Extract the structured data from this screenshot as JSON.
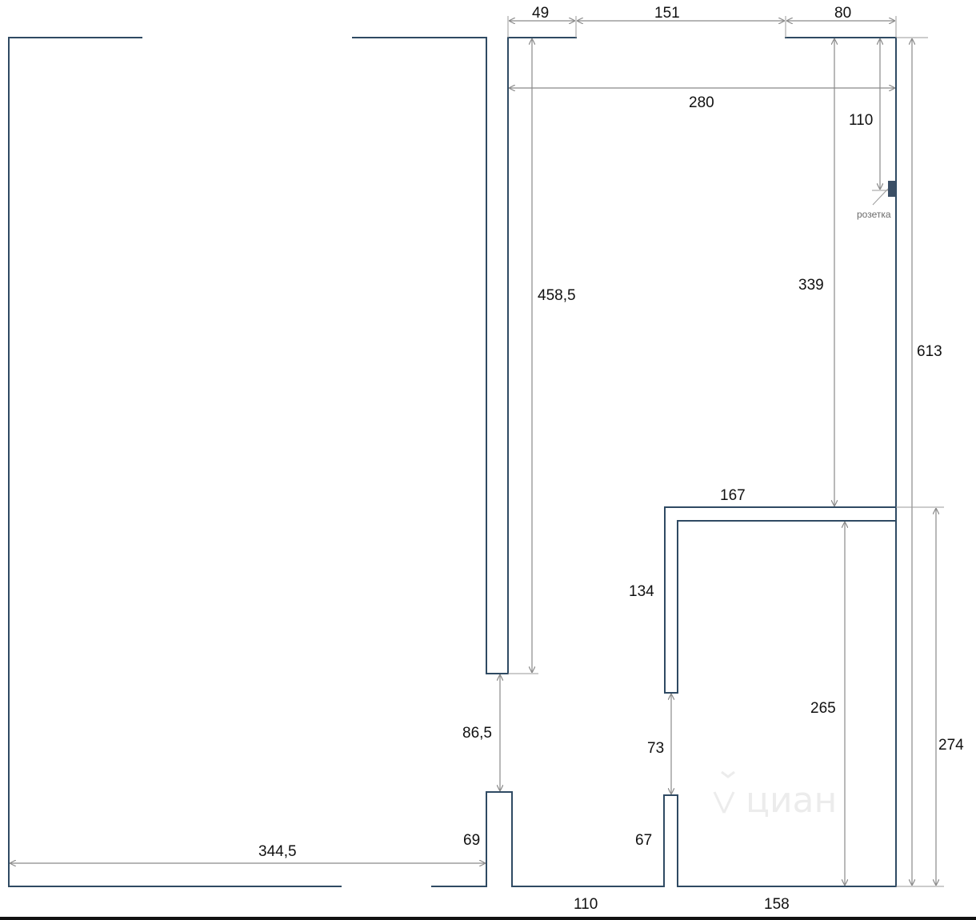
{
  "dimensions": {
    "top_49": "49",
    "top_151": "151",
    "top_80": "80",
    "width_280": "280",
    "outlet_110": "110",
    "height_458_5": "458,5",
    "height_339": "339",
    "height_613": "613",
    "width_167": "167",
    "height_134": "134",
    "height_265": "265",
    "height_274": "274",
    "gap_86_5": "86,5",
    "gap_73": "73",
    "wall_69": "69",
    "wall_67": "67",
    "width_344_5": "344,5",
    "bottom_110": "110",
    "bottom_158": "158"
  },
  "labels": {
    "outlet": "розетка",
    "watermark": "циан"
  },
  "colors": {
    "wall": "#2f4a63",
    "dimension": "#8a8a8a",
    "outlet": "#3b4f66"
  }
}
